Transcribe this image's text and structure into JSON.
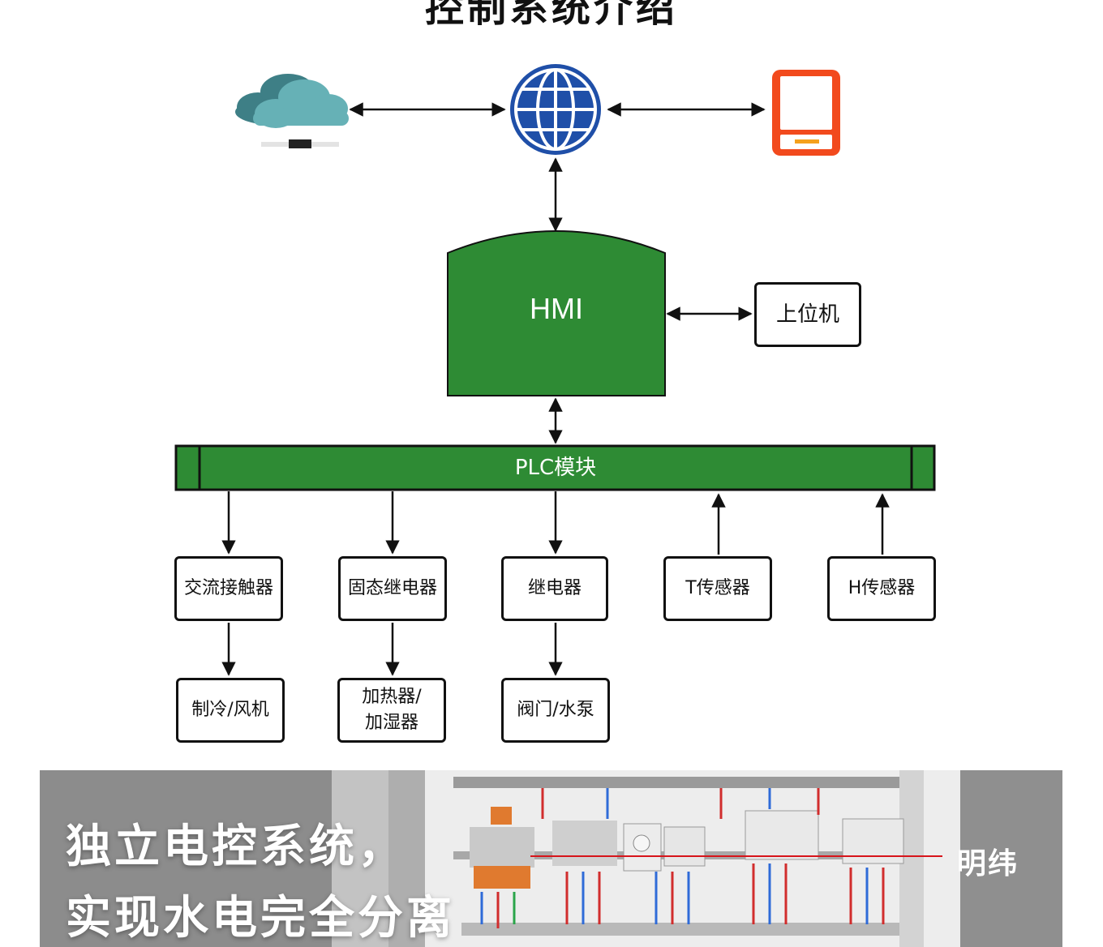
{
  "title": "控制系统介绍",
  "nodes": {
    "hmi": "HMI",
    "host": "上位机",
    "plc": "PLC模块",
    "ac_contactor": "交流接触器",
    "ssr": "固态继电器",
    "relay": "继电器",
    "t_sensor": "T传感器",
    "h_sensor": "H传感器",
    "cooling_fan": "制冷/风机",
    "heater_line1": "加热器/",
    "heater_line2": "加湿器",
    "valve_pump": "阀门/水泵"
  },
  "icons": {
    "cloud": "cloud-server-icon",
    "globe": "globe-icon",
    "tablet": "mobile-device-icon"
  },
  "photo": {
    "headline_line1": "独立电控系统，",
    "headline_line2": "实现水电完全分离",
    "brand_callout": "明纬"
  },
  "colors": {
    "green": "#2e8b34",
    "globe_blue": "#1f4fa8",
    "tablet_orange": "#f24a1d",
    "callout_red": "#d7141a"
  }
}
